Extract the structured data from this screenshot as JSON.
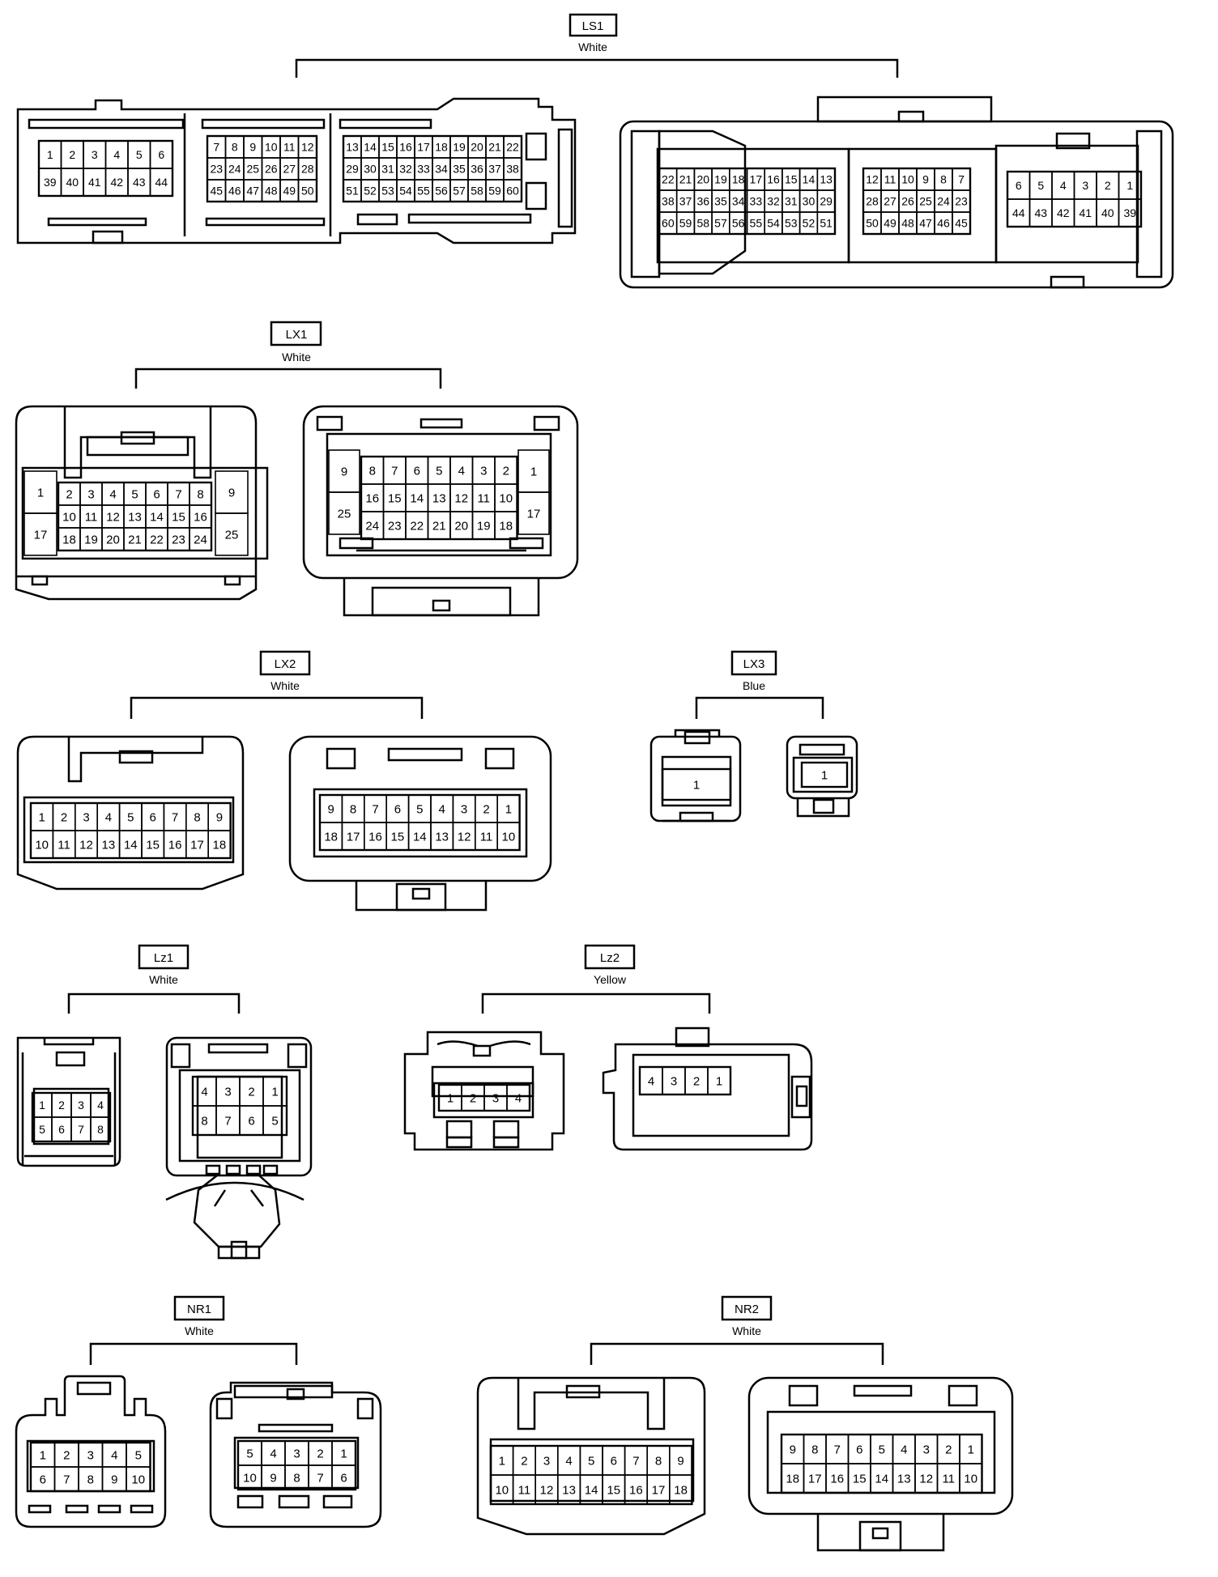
{
  "connectors": {
    "ls1": {
      "name": "LS1",
      "color": "White",
      "female": {
        "groups": [
          {
            "rows": [
              [
                "1",
                "2",
                "3",
                "4",
                "5",
                "6"
              ],
              [
                "39",
                "40",
                "41",
                "42",
                "43",
                "44"
              ]
            ]
          },
          {
            "rows": [
              [
                "7",
                "8",
                "9",
                "10",
                "11",
                "12"
              ],
              [
                "23",
                "24",
                "25",
                "26",
                "27",
                "28"
              ],
              [
                "45",
                "46",
                "47",
                "48",
                "49",
                "50"
              ]
            ]
          },
          {
            "rows": [
              [
                "13",
                "14",
                "15",
                "16",
                "17",
                "18",
                "19",
                "20",
                "21",
                "22"
              ],
              [
                "29",
                "30",
                "31",
                "32",
                "33",
                "34",
                "35",
                "36",
                "37",
                "38"
              ],
              [
                "51",
                "52",
                "53",
                "54",
                "55",
                "56",
                "57",
                "58",
                "59",
                "60"
              ]
            ]
          }
        ]
      },
      "male": {
        "groups": [
          {
            "rows": [
              [
                "22",
                "21",
                "20",
                "19",
                "18",
                "17",
                "16",
                "15",
                "14",
                "13"
              ],
              [
                "38",
                "37",
                "36",
                "35",
                "34",
                "33",
                "32",
                "31",
                "30",
                "29"
              ],
              [
                "60",
                "59",
                "58",
                "57",
                "56",
                "55",
                "54",
                "53",
                "52",
                "51"
              ]
            ]
          },
          {
            "rows": [
              [
                "12",
                "11",
                "10",
                "9",
                "8",
                "7"
              ],
              [
                "28",
                "27",
                "26",
                "25",
                "24",
                "23"
              ],
              [
                "50",
                "49",
                "48",
                "47",
                "46",
                "45"
              ]
            ]
          },
          {
            "rows": [
              [
                "6",
                "5",
                "4",
                "3",
                "2",
                "1"
              ],
              [
                "44",
                "43",
                "42",
                "41",
                "40",
                "39"
              ]
            ]
          }
        ]
      }
    },
    "lx1": {
      "name": "LX1",
      "color": "White",
      "female": {
        "left": [
          "1",
          "17"
        ],
        "rows": [
          [
            "2",
            "3",
            "4",
            "5",
            "6",
            "7",
            "8"
          ],
          [
            "10",
            "11",
            "12",
            "13",
            "14",
            "15",
            "16"
          ],
          [
            "18",
            "19",
            "20",
            "21",
            "22",
            "23",
            "24"
          ]
        ],
        "right": [
          "9",
          "25"
        ]
      },
      "male": {
        "left": [
          "9",
          "25"
        ],
        "rows": [
          [
            "8",
            "7",
            "6",
            "5",
            "4",
            "3",
            "2"
          ],
          [
            "16",
            "15",
            "14",
            "13",
            "12",
            "11",
            "10"
          ],
          [
            "24",
            "23",
            "22",
            "21",
            "20",
            "19",
            "18"
          ]
        ],
        "right": [
          "1",
          "17"
        ]
      }
    },
    "lx2": {
      "name": "LX2",
      "color": "White",
      "female": {
        "rows": [
          [
            "1",
            "2",
            "3",
            "4",
            "5",
            "6",
            "7",
            "8",
            "9"
          ],
          [
            "10",
            "11",
            "12",
            "13",
            "14",
            "15",
            "16",
            "17",
            "18"
          ]
        ]
      },
      "male": {
        "rows": [
          [
            "9",
            "8",
            "7",
            "6",
            "5",
            "4",
            "3",
            "2",
            "1"
          ],
          [
            "18",
            "17",
            "16",
            "15",
            "14",
            "13",
            "12",
            "11",
            "10"
          ]
        ]
      }
    },
    "lx3": {
      "name": "LX3",
      "color": "Blue",
      "female": {
        "rows": [
          [
            "1"
          ]
        ]
      },
      "male": {
        "rows": [
          [
            "1"
          ]
        ]
      }
    },
    "lz1": {
      "name": "Lz1",
      "color": "White",
      "female": {
        "rows": [
          [
            "1",
            "2",
            "3",
            "4"
          ],
          [
            "5",
            "6",
            "7",
            "8"
          ]
        ]
      },
      "male": {
        "rows": [
          [
            "4",
            "3",
            "2",
            "1"
          ],
          [
            "8",
            "7",
            "6",
            "5"
          ]
        ]
      }
    },
    "lz2": {
      "name": "Lz2",
      "color": "Yellow",
      "female": {
        "rows": [
          [
            "1",
            "2",
            "3",
            "4"
          ]
        ]
      },
      "male": {
        "rows": [
          [
            "4",
            "3",
            "2",
            "1"
          ]
        ]
      }
    },
    "nr1": {
      "name": "NR1",
      "color": "White",
      "female": {
        "rows": [
          [
            "1",
            "2",
            "3",
            "4",
            "5"
          ],
          [
            "6",
            "7",
            "8",
            "9",
            "10"
          ]
        ]
      },
      "male": {
        "rows": [
          [
            "5",
            "4",
            "3",
            "2",
            "1"
          ],
          [
            "10",
            "9",
            "8",
            "7",
            "6"
          ]
        ]
      }
    },
    "nr2": {
      "name": "NR2",
      "color": "White",
      "female": {
        "rows": [
          [
            "1",
            "2",
            "3",
            "4",
            "5",
            "6",
            "7",
            "8",
            "9"
          ],
          [
            "10",
            "11",
            "12",
            "13",
            "14",
            "15",
            "16",
            "17",
            "18"
          ]
        ]
      },
      "male": {
        "rows": [
          [
            "9",
            "8",
            "7",
            "6",
            "5",
            "4",
            "3",
            "2",
            "1"
          ],
          [
            "18",
            "17",
            "16",
            "15",
            "14",
            "13",
            "12",
            "11",
            "10"
          ]
        ]
      }
    }
  }
}
